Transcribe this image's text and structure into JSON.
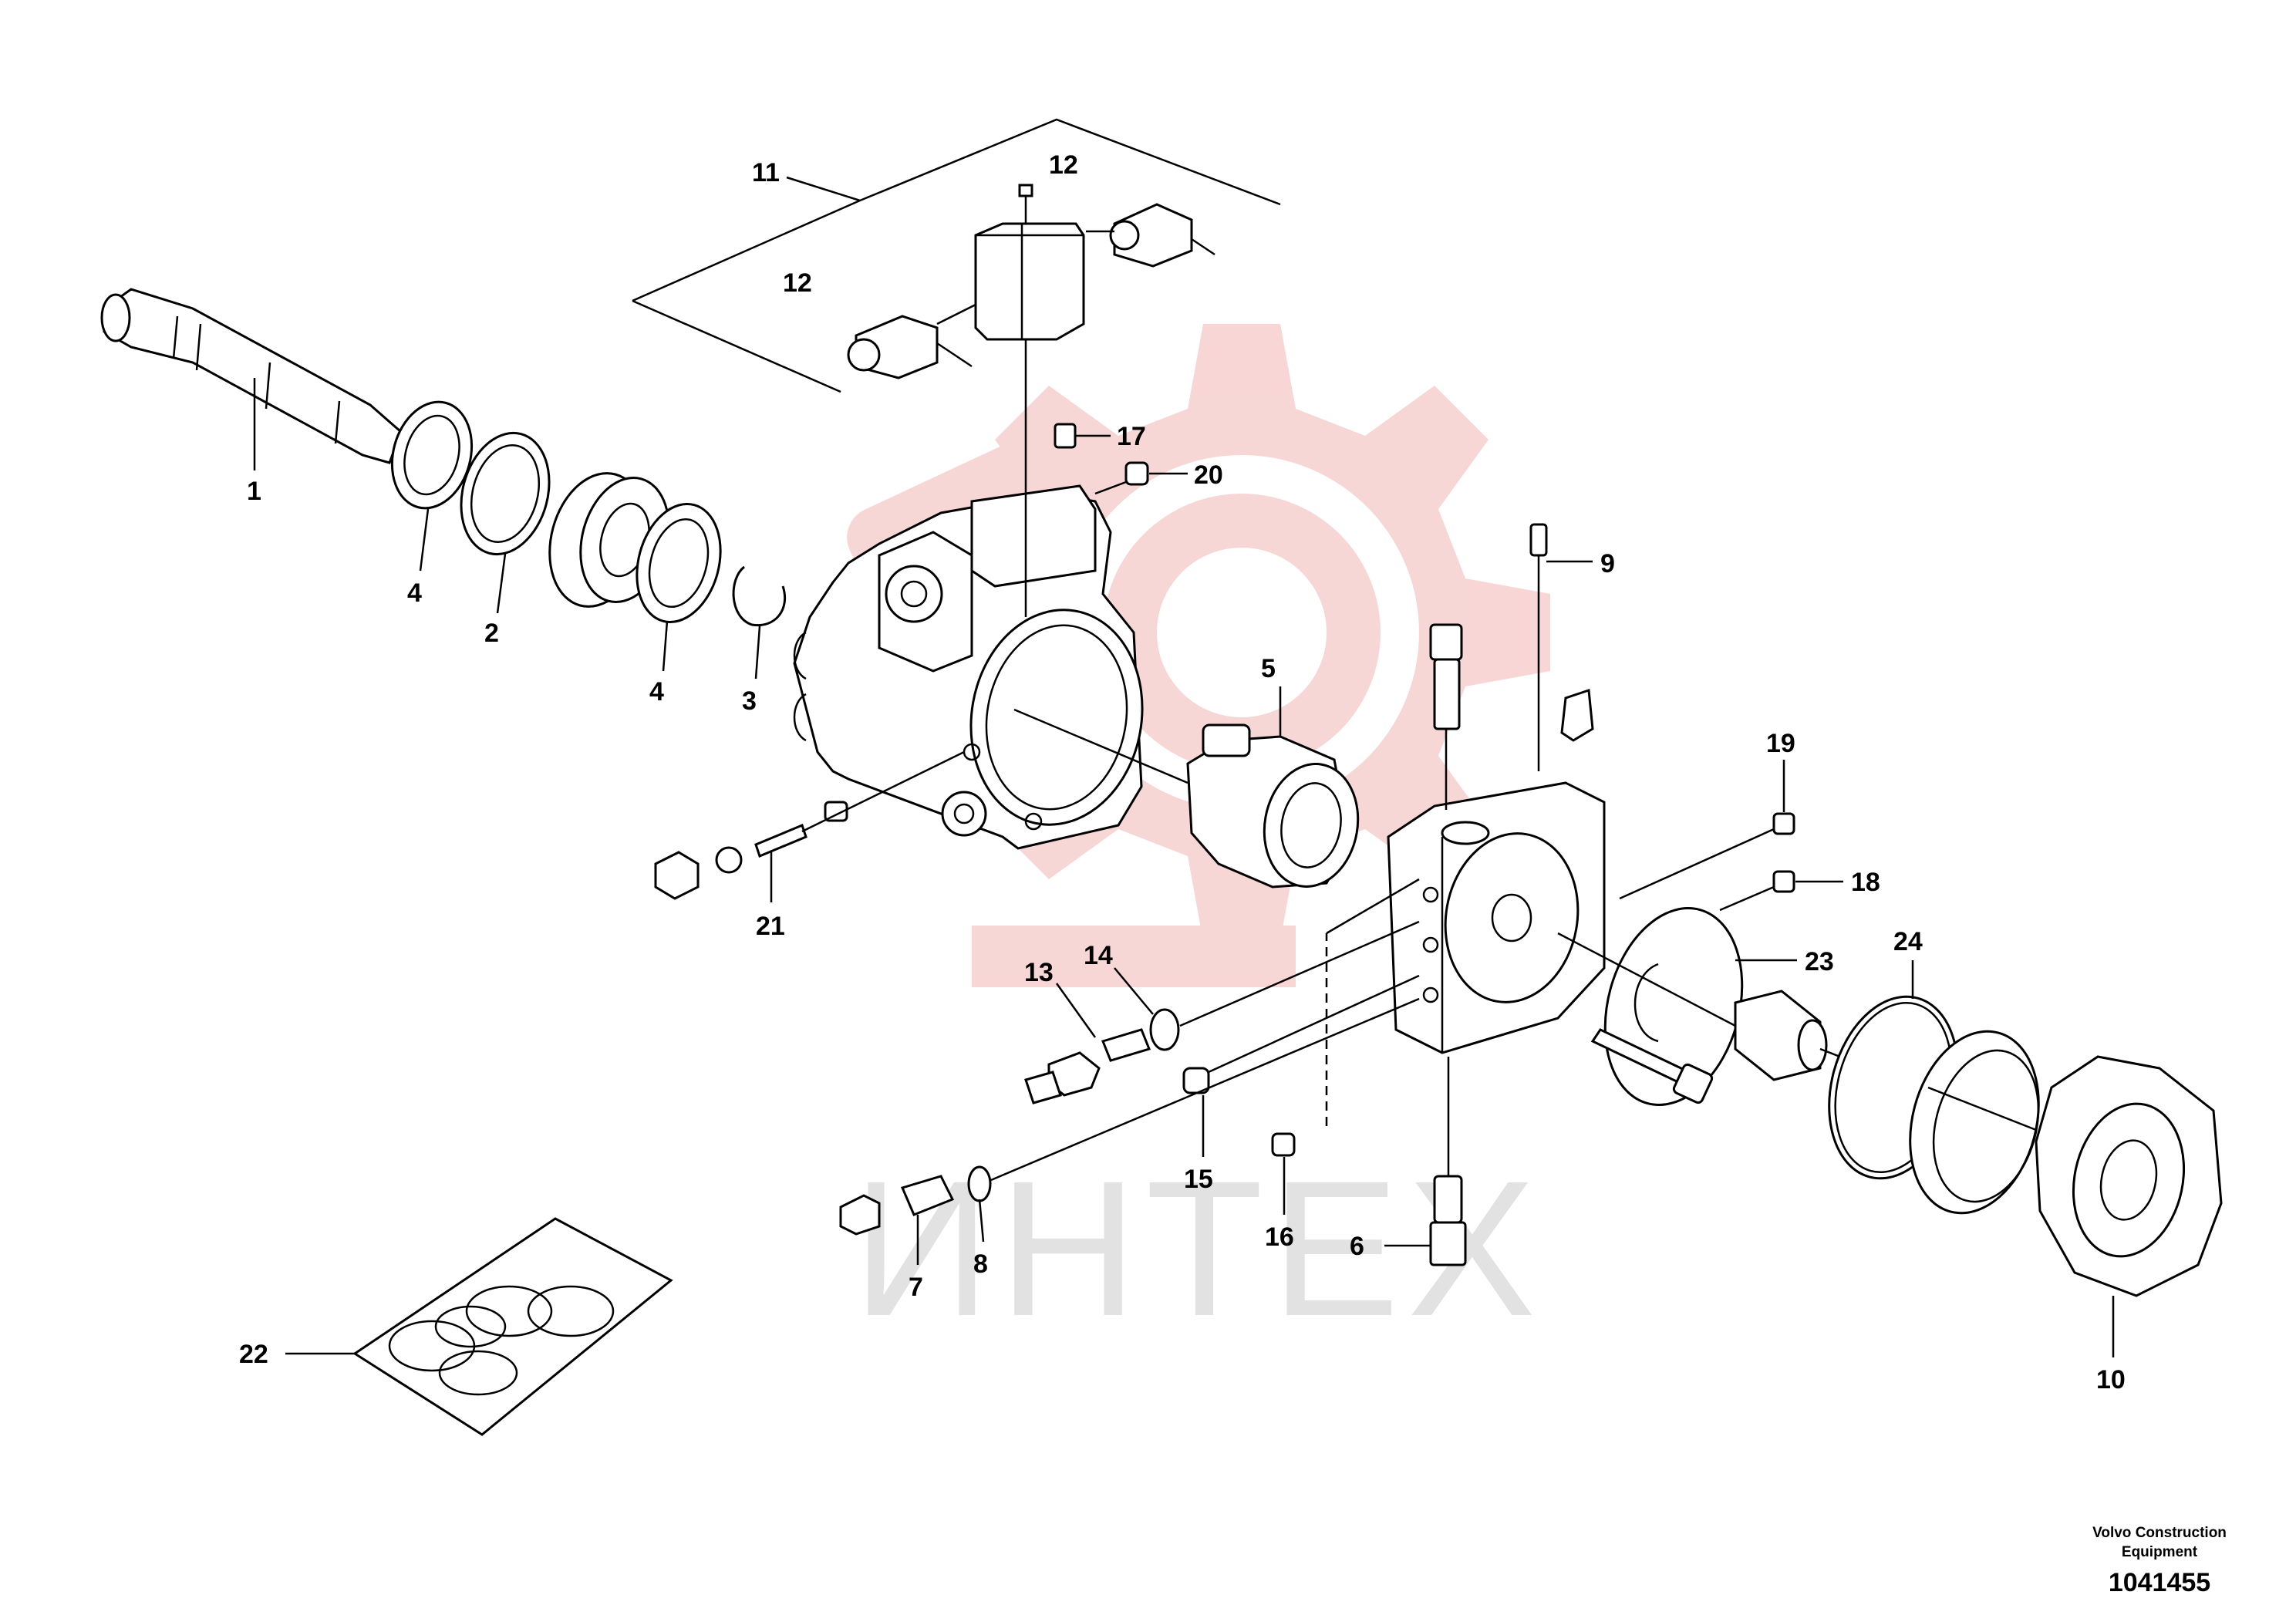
{
  "callouts": {
    "c1": "1",
    "c2": "2",
    "c3": "3",
    "c4a": "4",
    "c4b": "4",
    "c5": "5",
    "c6": "6",
    "c7": "7",
    "c8": "8",
    "c9": "9",
    "c10": "10",
    "c11": "11",
    "c12a": "12",
    "c12b": "12",
    "c13": "13",
    "c14": "14",
    "c15": "15",
    "c16": "16",
    "c17": "17",
    "c18": "18",
    "c19": "19",
    "c20": "20",
    "c21": "21",
    "c22": "22",
    "c23": "23",
    "c24": "24"
  },
  "watermark": {
    "text": "ИНТЕХ",
    "color": "#e8a8a8"
  },
  "footer": {
    "brand_line1": "Volvo Construction",
    "brand_line2": "Equipment",
    "document_number": "1041455"
  },
  "colors": {
    "ink": "#000000",
    "watermark_gear": "#f2b5b5",
    "watermark_text": "#d9d9d9"
  }
}
